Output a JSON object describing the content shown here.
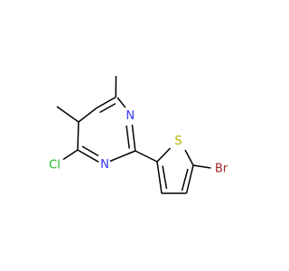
{
  "molecule": {
    "atoms": {
      "n1": {
        "label": "N",
        "color": "#3333ff"
      },
      "n2": {
        "label": "N",
        "color": "#3333ff"
      },
      "cl": {
        "label": "Cl",
        "color": "#1fbf1f"
      },
      "s": {
        "label": "S",
        "color": "#b2b200"
      },
      "br": {
        "label": "Br",
        "color": "#a52a2a"
      }
    }
  }
}
